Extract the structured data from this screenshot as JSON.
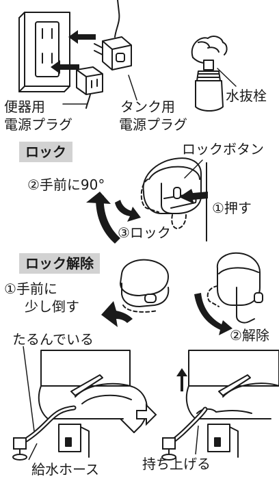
{
  "top": {
    "toilet_plug_label": [
      "便器用",
      "電源プラグ"
    ],
    "tank_plug_label": [
      "タンク用",
      "電源プラグ"
    ],
    "drain_plug_label": "水抜栓"
  },
  "lock": {
    "header": "ロック",
    "button_label": "ロックボタン",
    "step1": "①押す",
    "step2": "②手前に90°",
    "step3": "③ロック"
  },
  "unlock": {
    "header": "ロック解除",
    "step1": [
      "①手前に",
      "少し倒す"
    ],
    "step2": "②解除"
  },
  "bottom": {
    "slack_label": "たるんでいる",
    "hose_label": "給水ホース",
    "lift_label": "持ち上げる"
  }
}
